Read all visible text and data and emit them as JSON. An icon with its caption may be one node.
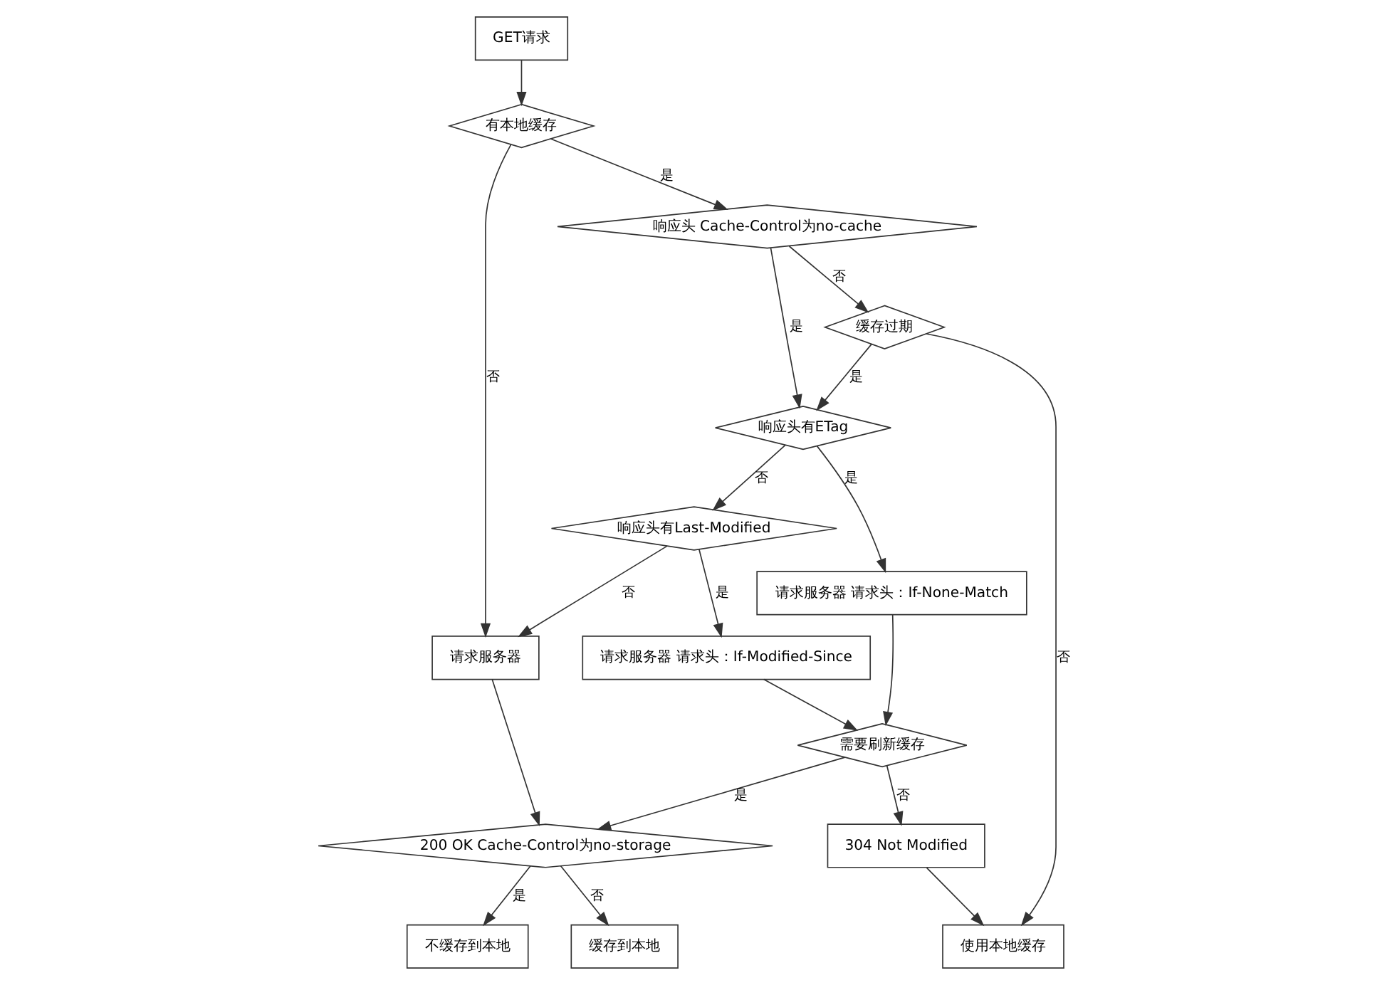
{
  "diagram": {
    "nodes": [
      {
        "text": [
          "GET请求"
        ]
      },
      {
        "text": [
          "有本地缓存"
        ]
      },
      {
        "text": [
          "请求服务器"
        ]
      },
      {
        "text": [
          "200 OK Cache-Control为no-storage"
        ]
      },
      {
        "text": [
          "不缓存到本地"
        ]
      },
      {
        "text": [
          "缓存到本地"
        ]
      },
      {
        "text": [
          "响应头 Cache-Control为no-cache"
        ]
      },
      {
        "text": [
          "响应头有Last-Modified"
        ]
      },
      {
        "text": [
          "请求服务器 请求头：If-Modified-Since"
        ]
      },
      {
        "text": [
          "需要刷新缓存"
        ]
      },
      {
        "text": [
          "响应头有ETag"
        ]
      },
      {
        "text": [
          "请求服务器 请求头：If-None-Match"
        ]
      },
      {
        "text": [
          "缓存过期"
        ]
      },
      {
        "text": [
          "304 Not Modified"
        ]
      },
      {
        "text": [
          "使用本地缓存"
        ]
      }
    ],
    "edges": [
      {
        "from": 0,
        "to": 1,
        "arrow": "to"
      },
      {
        "from": 1,
        "to": 2,
        "arrow": "to",
        "label": "否"
      },
      {
        "from": 2,
        "to": 3,
        "arrow": "to"
      },
      {
        "from": 3,
        "to": 4,
        "arrow": "to",
        "label": "是"
      },
      {
        "from": 3,
        "to": 5,
        "arrow": "to",
        "label": "否"
      },
      {
        "from": 1,
        "to": 6,
        "arrow": "to",
        "label": "是"
      },
      {
        "from": 6,
        "to": 10,
        "arrow": "to",
        "label": "是"
      },
      {
        "from": 6,
        "to": 12,
        "arrow": "to",
        "label": "否"
      },
      {
        "from": 12,
        "to": 10,
        "arrow": "to",
        "label": "是"
      },
      {
        "from": 12,
        "to": 14,
        "arrow": "to",
        "label": "否"
      },
      {
        "from": 10,
        "to": 7,
        "arrow": "to",
        "label": "否"
      },
      {
        "from": 7,
        "to": 2,
        "arrow": "to",
        "label": "否"
      },
      {
        "from": 7,
        "to": 8,
        "arrow": "to",
        "label": "是"
      },
      {
        "from": 10,
        "to": 11,
        "arrow": "to",
        "label": "是"
      },
      {
        "from": 8,
        "to": 9,
        "arrow": "to"
      },
      {
        "from": 11,
        "to": 9,
        "arrow": "to"
      },
      {
        "from": 9,
        "to": 3,
        "arrow": "to",
        "label": "是"
      },
      {
        "from": 9,
        "to": 13,
        "arrow": "to",
        "label": "否"
      },
      {
        "from": 13,
        "to": 14,
        "arrow": "to"
      }
    ]
  }
}
